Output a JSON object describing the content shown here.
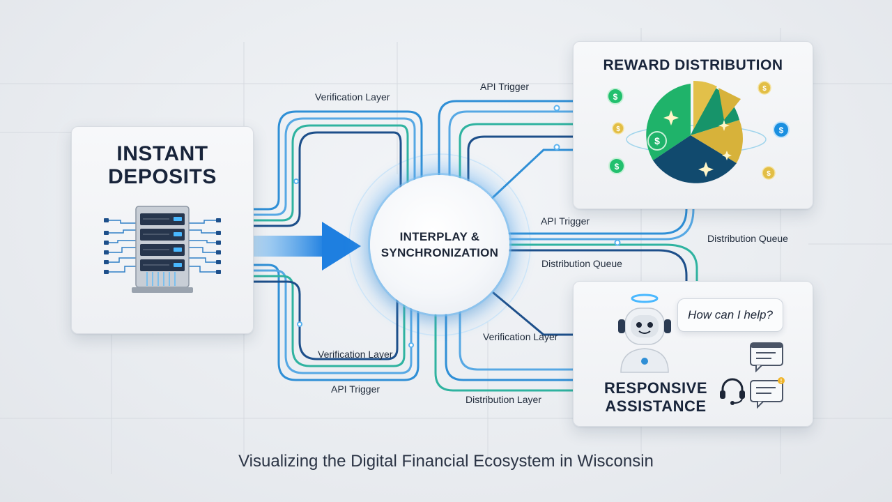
{
  "cards": {
    "deposits_title_line1": "INSTANT",
    "deposits_title_line2": "DEPOSITS",
    "rewards_title": "REWARD DISTRIBUTION",
    "assist_title_line1": "RESPONSIVE",
    "assist_title_line2": "ASSISTANCE",
    "assist_bubble": "How can I help?"
  },
  "hub": {
    "line1": "INTERPLAY &",
    "line2": "SYNCHRONIZATION"
  },
  "labels": {
    "verification_top": "Verification Layer",
    "api_trigger_top": "API Trigger",
    "api_trigger_mid": "API Trigger",
    "distribution_queue_right": "Distribution Queue",
    "distribution_queue_mid": "Distribution Queue",
    "verification_right": "Verification Layer",
    "verification_bottom": "Verification Layer",
    "api_trigger_bottom": "API Trigger",
    "distribution_layer": "Distribution Layer"
  },
  "caption": "Visualizing the Digital Financial Ecosystem in Wisconsin",
  "colors": {
    "flow_blue": "#2f8fd6",
    "flow_teal": "#2fb3a0",
    "flow_dark": "#1d4f8a",
    "accent_green": "#1eb36a",
    "accent_gold": "#d7b23a",
    "accent_navy": "#114a6e"
  }
}
